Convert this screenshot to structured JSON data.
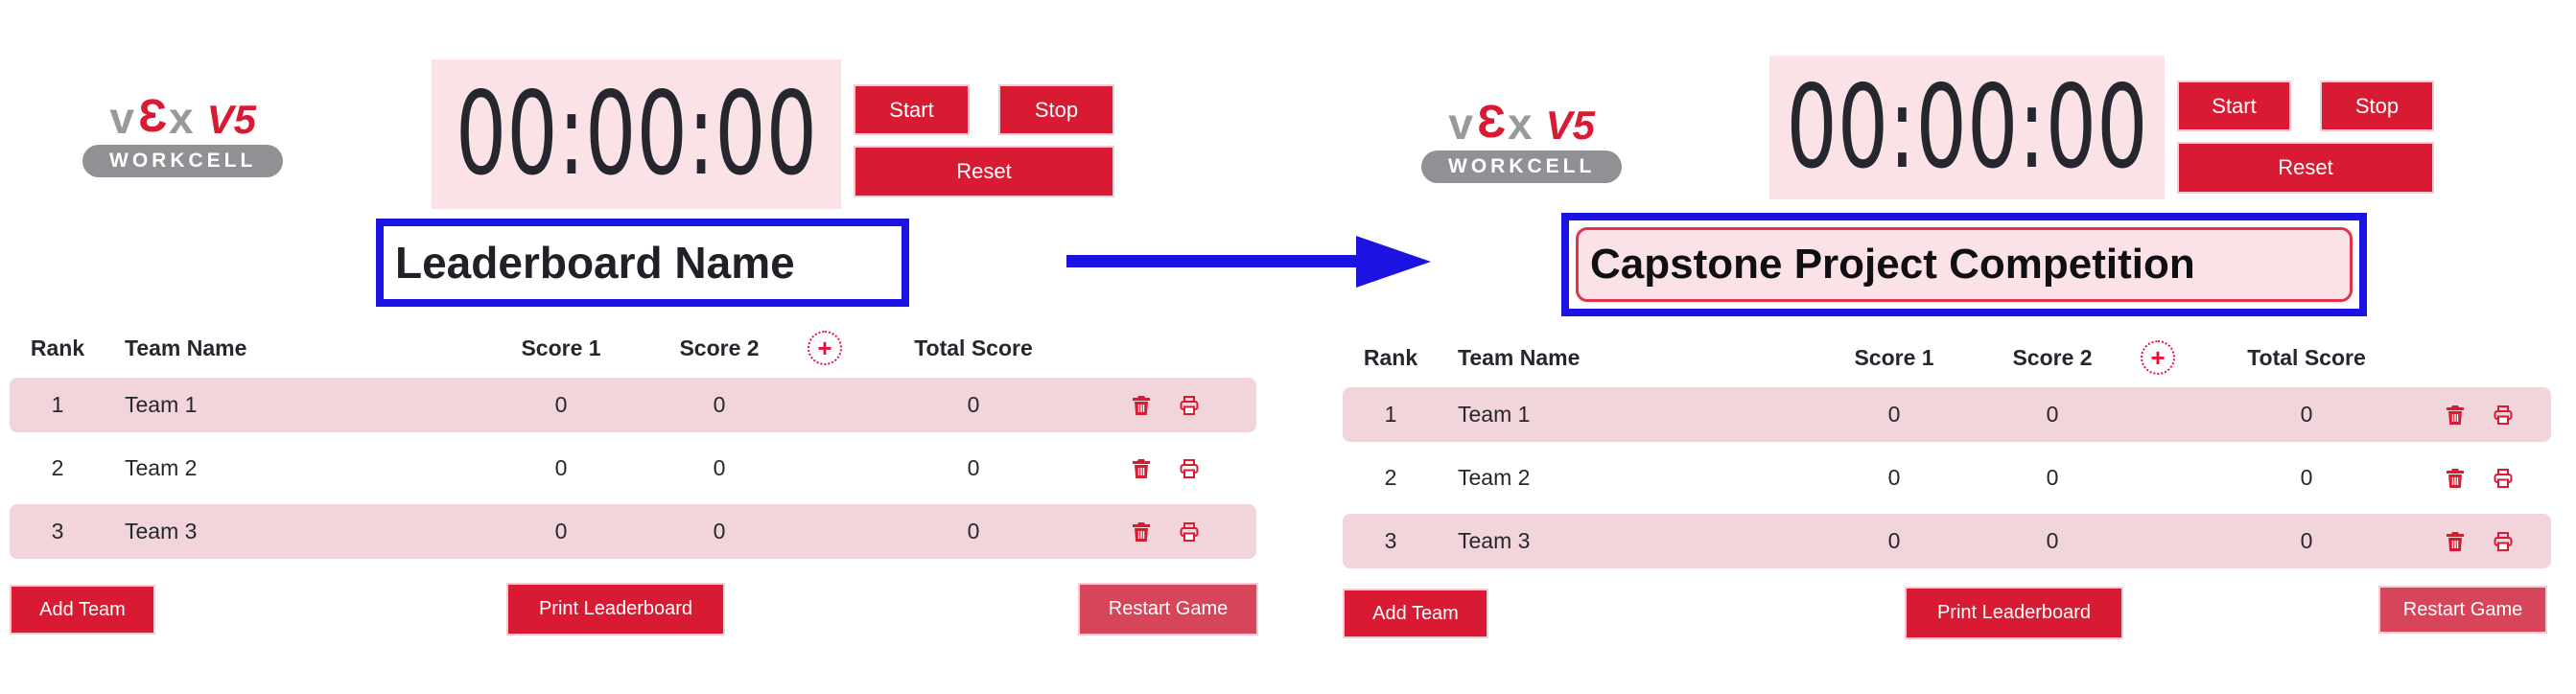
{
  "colors": {
    "accent_red": "#d81a32",
    "restart_red": "#d6455a",
    "pink_light": "#fbe2e7",
    "pink_row": "#f1d5db",
    "text_dark": "#26272e",
    "annotation_blue": "#1c13e2",
    "logo_gray": "#97999d"
  },
  "icons": {
    "add_score_column": "plus-in-dotted-circle",
    "delete_row": "trash",
    "print_row": "printer",
    "plus_glyph": "+"
  },
  "before": {
    "logo": {
      "v": "v",
      "e": "Ɛ",
      "x": "x",
      "model": "V5",
      "badge": "WORKCELL"
    },
    "timer": {
      "display": "00:00:00"
    },
    "controls": {
      "start": "Start",
      "stop": "Stop",
      "reset": "Reset"
    },
    "title": {
      "value": "Leaderboard Name"
    },
    "table": {
      "headers": {
        "rank": "Rank",
        "team": "Team Name",
        "score1": "Score 1",
        "score2": "Score 2",
        "total": "Total Score"
      },
      "rows": [
        {
          "rank": "1",
          "team": "Team 1",
          "score1": "0",
          "score2": "0",
          "total": "0"
        },
        {
          "rank": "2",
          "team": "Team 2",
          "score1": "0",
          "score2": "0",
          "total": "0"
        },
        {
          "rank": "3",
          "team": "Team 3",
          "score1": "0",
          "score2": "0",
          "total": "0"
        }
      ]
    },
    "actions": {
      "add_team": "Add Team",
      "print_leaderboard": "Print Leaderboard",
      "restart_game": "Restart Game"
    }
  },
  "after": {
    "logo": {
      "v": "v",
      "e": "Ɛ",
      "x": "x",
      "model": "V5",
      "badge": "WORKCELL"
    },
    "timer": {
      "display": "00:00:00"
    },
    "controls": {
      "start": "Start",
      "stop": "Stop",
      "reset": "Reset"
    },
    "title": {
      "value": "Capstone Project Competition"
    },
    "table": {
      "headers": {
        "rank": "Rank",
        "team": "Team Name",
        "score1": "Score 1",
        "score2": "Score 2",
        "total": "Total Score"
      },
      "rows": [
        {
          "rank": "1",
          "team": "Team 1",
          "score1": "0",
          "score2": "0",
          "total": "0"
        },
        {
          "rank": "2",
          "team": "Team 2",
          "score1": "0",
          "score2": "0",
          "total": "0"
        },
        {
          "rank": "3",
          "team": "Team 3",
          "score1": "0",
          "score2": "0",
          "total": "0"
        }
      ]
    },
    "actions": {
      "add_team": "Add Team",
      "print_leaderboard": "Print Leaderboard",
      "restart_game": "Restart Game"
    }
  }
}
